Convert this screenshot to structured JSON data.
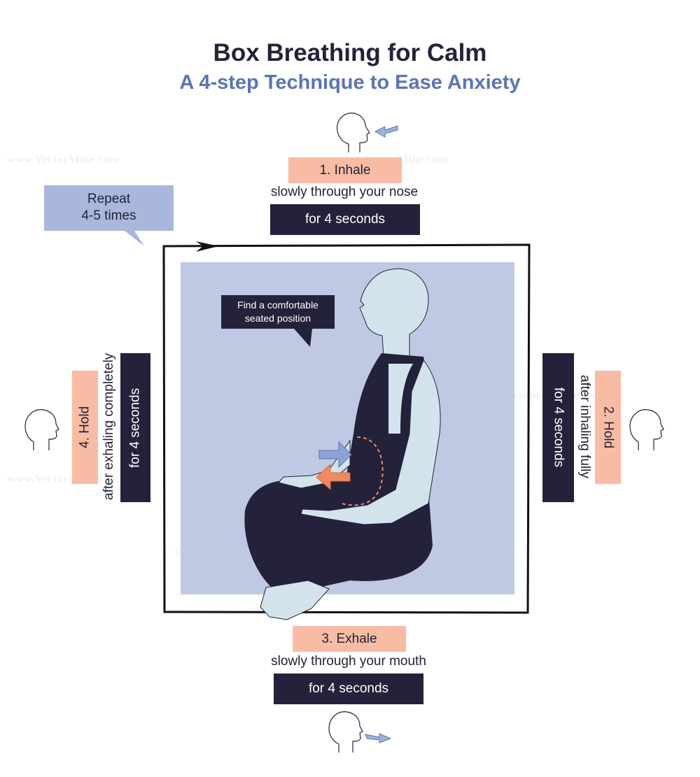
{
  "title": "Box Breathing for Calm",
  "subtitle": "A 4-step Technique to Ease Anxiety",
  "repeat_bubble": {
    "line1": "Repeat",
    "line2": "4-5 times"
  },
  "callout": {
    "line1": "Find a comfortable",
    "line2": "seated position"
  },
  "steps": [
    {
      "label": "1. Inhale",
      "description": "slowly through your nose",
      "duration": "for 4 seconds"
    },
    {
      "label": "2. Hold",
      "description": "after inhaling fully",
      "duration": "for 4 seconds"
    },
    {
      "label": "3. Exhale",
      "description": "slowly through your mouth",
      "duration": "for 4 seconds"
    },
    {
      "label": "4. Hold",
      "description": "after exhaling completely",
      "duration": "for 4 seconds"
    }
  ],
  "watermark": "www.VectorMine.com",
  "colors": {
    "dark": "#23223a",
    "accent_blue": "#5b74b8",
    "peach": "#f8bca4",
    "box_fill": "#c0c9e3",
    "bubble": "#a9b7dc",
    "skin": "#d3e3ec",
    "arrow_orange": "#f08a5d"
  }
}
